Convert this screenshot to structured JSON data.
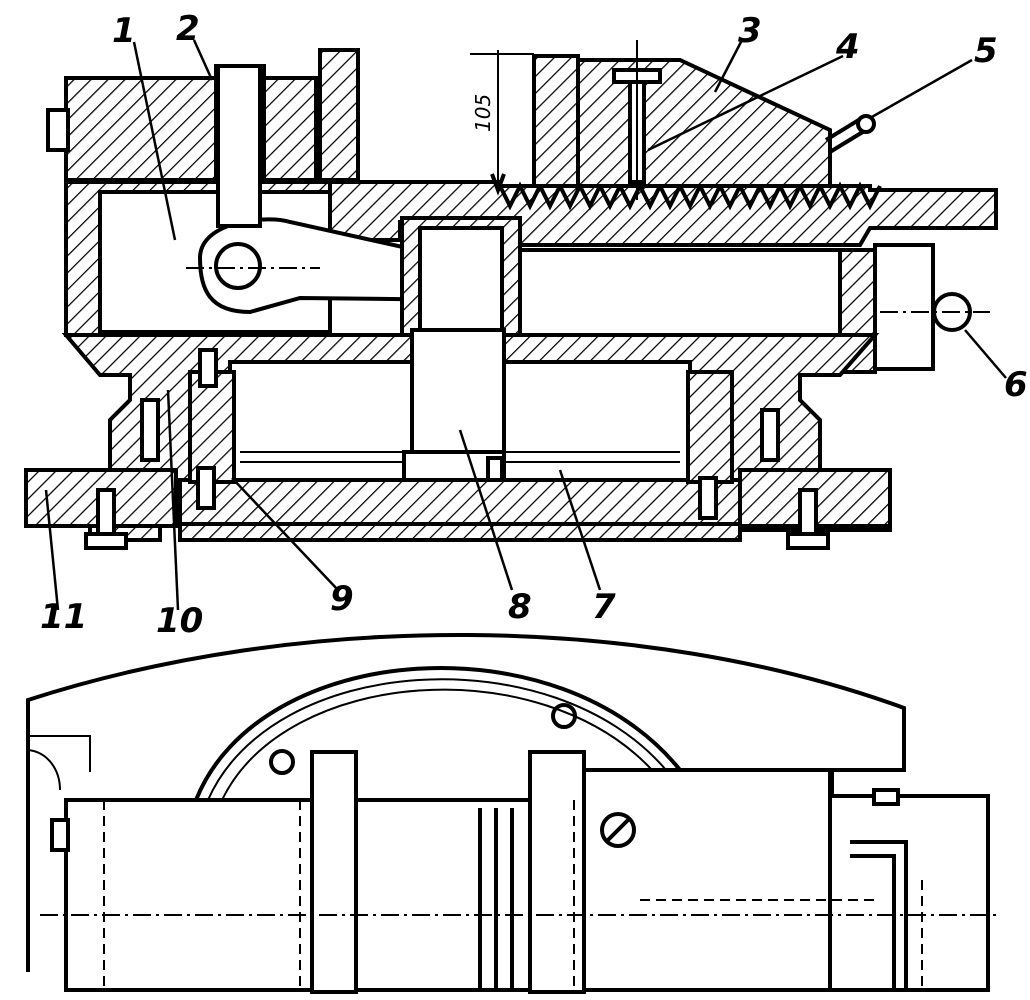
{
  "labels": {
    "l1": "1",
    "l2": "2",
    "l3": "3",
    "l4": "4",
    "l5": "5",
    "l6": "6",
    "l7": "7",
    "l8": "8",
    "l9": "9",
    "l10": "10",
    "l11": "11"
  },
  "dimension": "105"
}
